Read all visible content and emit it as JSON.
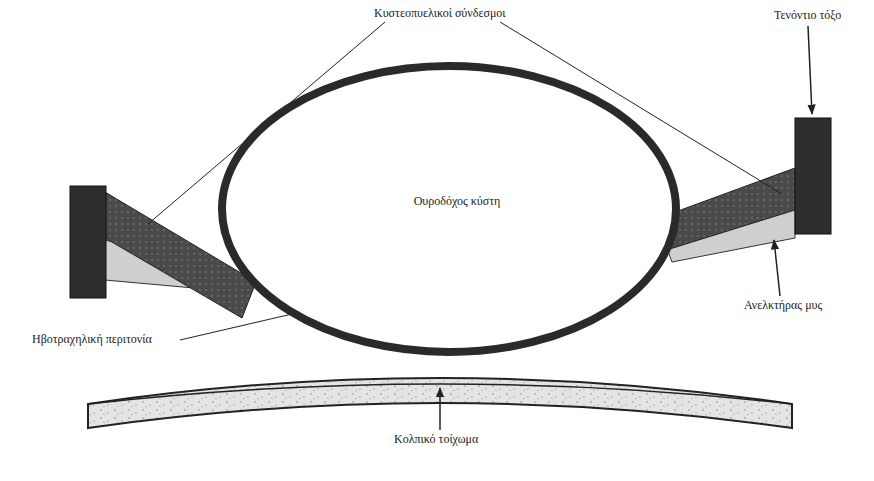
{
  "diagram": {
    "nodes": [
      {
        "text": [
          "Ουροδόχος κύστη"
        ]
      }
    ],
    "edges": [],
    "labels": [
      "Κυστεοπυελικοί σύνδεσμοι",
      "Τενόντιο τόξο",
      "Ηβοτραχηλική περιτονία",
      "Ανελκτήρας μυς",
      "Κολπικό τοίχωμα"
    ]
  }
}
